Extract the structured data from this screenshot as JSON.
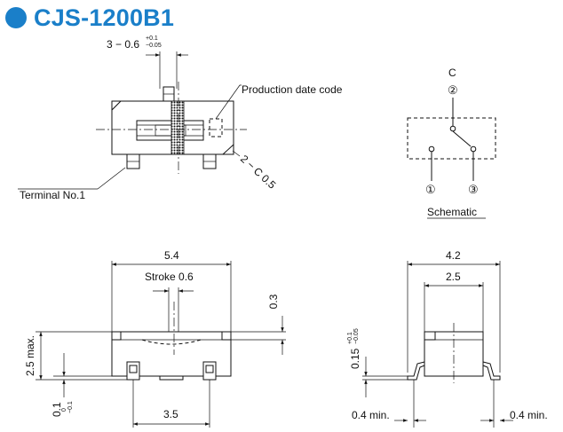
{
  "title": "CJS-1200B1",
  "colors": {
    "accent": "#1a7fc9",
    "line": "#111111"
  },
  "top_view": {
    "pitch_dim": "3 − 0.6",
    "pitch_tol_upper": "+0.1",
    "pitch_tol_lower": "−0.05",
    "production_date_code": "Production date code",
    "terminal_no1": "Terminal No.1",
    "chamfer": "2 − C 0.5"
  },
  "schematic": {
    "common_label": "C",
    "pin_common": "②",
    "pin_left": "①",
    "pin_right": "③",
    "caption": "Schematic"
  },
  "front_view": {
    "width": "5.4",
    "stroke": "Stroke 0.6",
    "knob_height": "0.3",
    "height": "2.5 max.",
    "terminal_pitch": "3.5",
    "standoff": "0.1",
    "standoff_tol_upper": "0",
    "standoff_tol_lower": "−0.1"
  },
  "side_view": {
    "width": "4.2",
    "inner": "2.5",
    "lead_thickness": "0.15",
    "lead_tol_upper": "+0.1",
    "lead_tol_lower": "−0.05",
    "foot_left": "0.4 min.",
    "foot_right": "0.4 min."
  }
}
